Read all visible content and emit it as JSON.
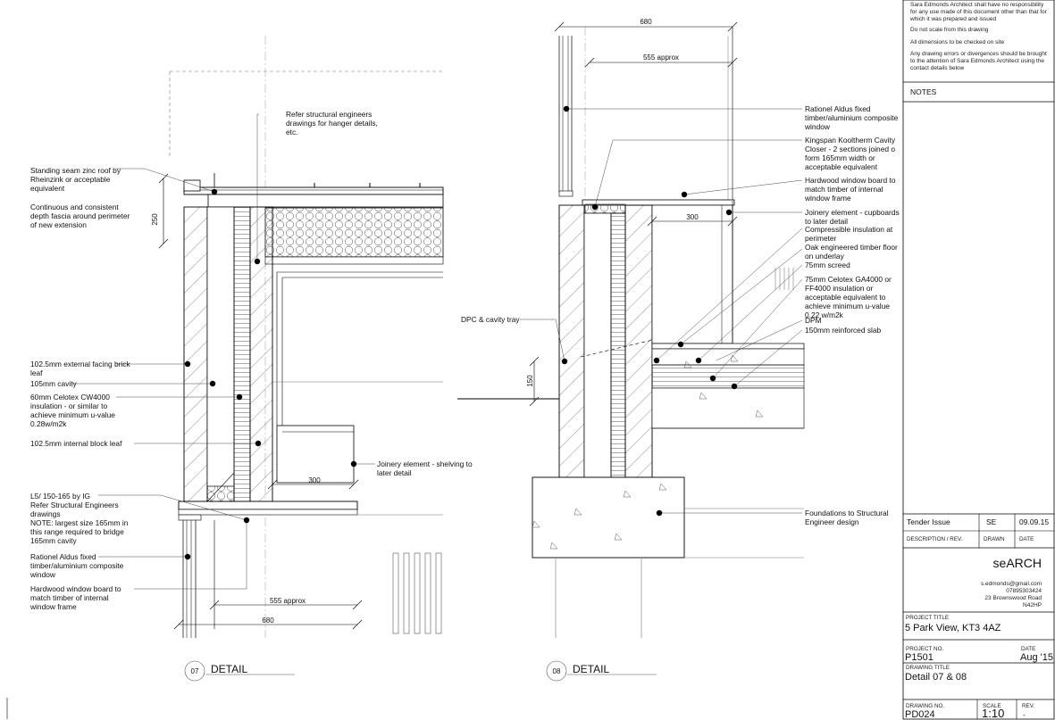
{
  "detail07": {
    "title_number": "07",
    "title": "DETAIL",
    "dims": {
      "overall": "680",
      "approx": "555 approx",
      "fascia": "250",
      "shelf": "300"
    },
    "labels": [
      "Standing seam zinc roof by",
      "Rheinzink or acceptable",
      "equivalent",
      "Continuous and consistent",
      "depth fascia around perimeter",
      "of new extension",
      "Refer structural engineers",
      "drawings for hanger details,",
      "etc.",
      "102.5mm external facing brick",
      "leaf",
      "105mm cavity",
      "60mm Celotex CW4000",
      "insulation - or similar to",
      "achieve minimum u-value",
      "0.28w/m2k",
      "102.5mm internal block leaf",
      "Joinery element - shelving to",
      "later detail",
      "L5/ 150-165 by IG",
      "Refer Structural Engineers",
      "drawings",
      "NOTE: largest size 165mm in",
      "this range required to bridge",
      "165mm cavity",
      "Rationel Aldus fixed",
      "timber/aluminium composite",
      "window",
      "Hardwood window board to",
      "match timber of internal",
      "window frame"
    ]
  },
  "detail08": {
    "title_number": "08",
    "title": "DETAIL",
    "dims": {
      "overall": "680",
      "approx": "555 approx",
      "board": "300",
      "dpc": "150"
    },
    "labels": [
      "Rationel Aldus fixed",
      "timber/aluminium composite",
      "window",
      "Kingspan Kooltherm Cavity",
      "Closer - 2 sections joined o",
      "form 165mm width or",
      "acceptable equivalent",
      "Hardwood window board to",
      "match timber of internal",
      "window frame",
      "Joinery element - cupboards",
      "to later detail",
      "Compressible insulation at",
      "perimeter",
      "Oak engineered timber floor",
      "on underlay",
      "75mm screed",
      "75mm Celotex GA4000 or",
      "FF4000 insulation or",
      "acceptable equivalent to",
      "achieve minimum u-value",
      "0.22 w/m2k",
      "DPM",
      "150mm reinforced slab",
      "DPC & cavity tray",
      "Foundations to Structural",
      "Engineer design"
    ]
  },
  "titleblock": {
    "disclaimer": [
      "Sara Edmonds Architect shall have no responsibility",
      "for any use made of this document other than that for",
      "which it was prepared and issued",
      "Do not scale from this drawing",
      "All dimensions to be checked on site",
      "Any drawing errors or divergences should be brought",
      "to the attention of Sara Edmonds Architect using the",
      "contact details below"
    ],
    "notes_heading": "NOTES",
    "revision": {
      "description": "Tender Issue",
      "drawn": "SE",
      "date": "09.09.15"
    },
    "revision_headers": {
      "description": "DESCRIPTION / REV.",
      "drawn": "DRAWN",
      "date": "DATE"
    },
    "brand": "seARCH",
    "contact": [
      "s.edmonds@gmail.com",
      "07895303424",
      "23 Brownswood Road",
      "N42HP"
    ],
    "project_title_label": "PROJECT TITLE",
    "project_title": "5 Park View, KT3 4AZ",
    "project_no_label": "PROJECT NO.",
    "project_no": "P1501",
    "date_label": "DATE",
    "date": "Aug '15",
    "drawing_title_label": "DRAWING TITLE",
    "drawing_title": "Detail 07 & 08",
    "drawing_no_label": "DRAWING NO.",
    "drawing_no": "PD024",
    "scale_label": "SCALE",
    "scale": "1:10",
    "rev_label": "REV.",
    "rev": "-"
  }
}
